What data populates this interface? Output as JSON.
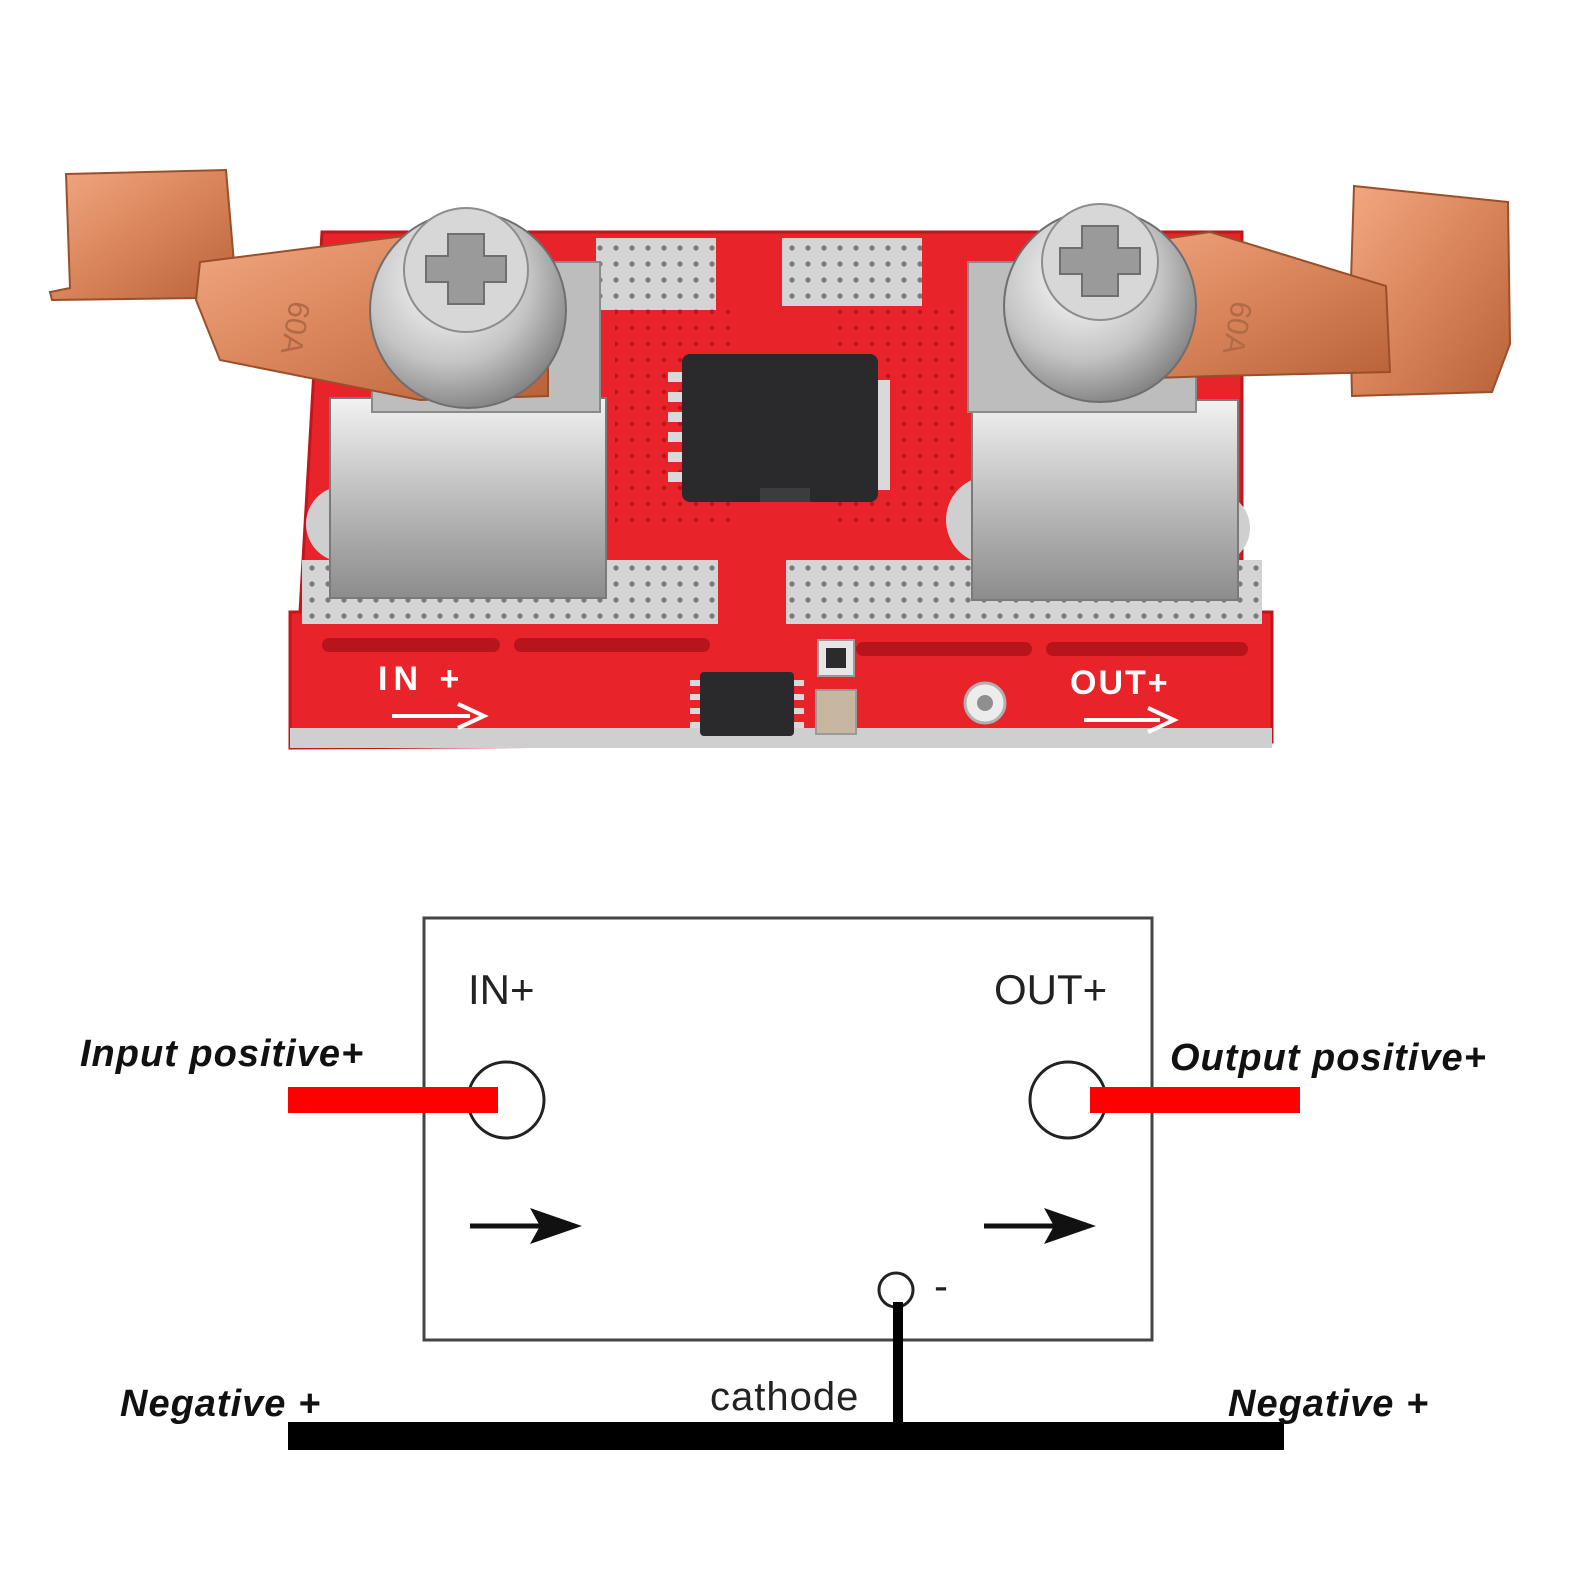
{
  "photo": {
    "left_lug_marking": "60A",
    "right_lug_marking": "60A",
    "pcb_label_in": "IN +",
    "pcb_label_out": "OUT+"
  },
  "diagram": {
    "terminal_in": "IN+",
    "terminal_out": "OUT+",
    "input_label": "Input positive+",
    "output_label": "Output positive+",
    "minus_label": "-",
    "cathode_label": "cathode",
    "negative_left": "Negative +",
    "negative_right": "Negative +"
  },
  "colors": {
    "pcb_red": "#e8232a",
    "copper": "#d9845a",
    "wire_red": "#ff0000",
    "wire_black": "#000000"
  }
}
